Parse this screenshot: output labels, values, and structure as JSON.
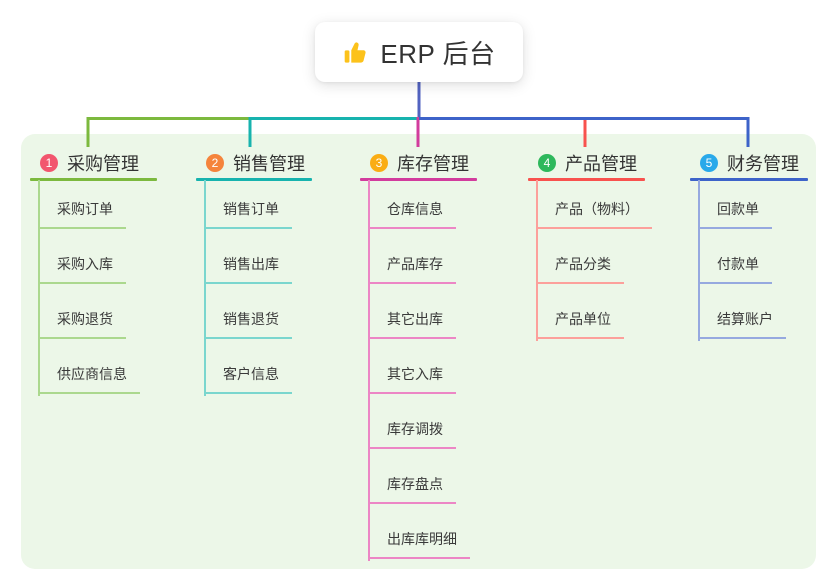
{
  "root": {
    "label": "ERP 后台",
    "icon": "thumbs-up-icon"
  },
  "branches": [
    {
      "label": "采购管理",
      "badge": "1",
      "colors": {
        "badge": "#F2566E",
        "line": "#7CB93E",
        "child_line": "#ABD88E"
      },
      "children": [
        "采购订单",
        "采购入库",
        "采购退货",
        "供应商信息"
      ]
    },
    {
      "label": "销售管理",
      "badge": "2",
      "colors": {
        "badge": "#F5843C",
        "line": "#17B3AE",
        "child_line": "#7AD6CE"
      },
      "children": [
        "销售订单",
        "销售出库",
        "销售退货",
        "客户信息"
      ]
    },
    {
      "label": "库存管理",
      "badge": "3",
      "colors": {
        "badge": "#FAAD14",
        "line": "#D23C9D",
        "child_line": "#EC86C5"
      },
      "children": [
        "仓库信息",
        "产品库存",
        "其它出库",
        "其它入库",
        "库存调拨",
        "库存盘点",
        "出库库明细"
      ]
    },
    {
      "label": "产品管理",
      "badge": "4",
      "colors": {
        "badge": "#2EB85C",
        "line": "#F8524E",
        "child_line": "#FCA09B"
      },
      "children": [
        "产品（物料）",
        "产品分类",
        "产品单位"
      ]
    },
    {
      "label": "财务管理",
      "badge": "5",
      "colors": {
        "badge": "#29A9EA",
        "line": "#3D63C9",
        "child_line": "#96A9DF"
      },
      "children": [
        "回款单",
        "付款单",
        "结算账户"
      ]
    }
  ],
  "colors": {
    "canvas_bg": "#FFFFFF",
    "panel_bg": "#ECF7E8",
    "root_line": "#5263C1",
    "text": "#333333",
    "thumb_icon": "#FCC21B"
  }
}
